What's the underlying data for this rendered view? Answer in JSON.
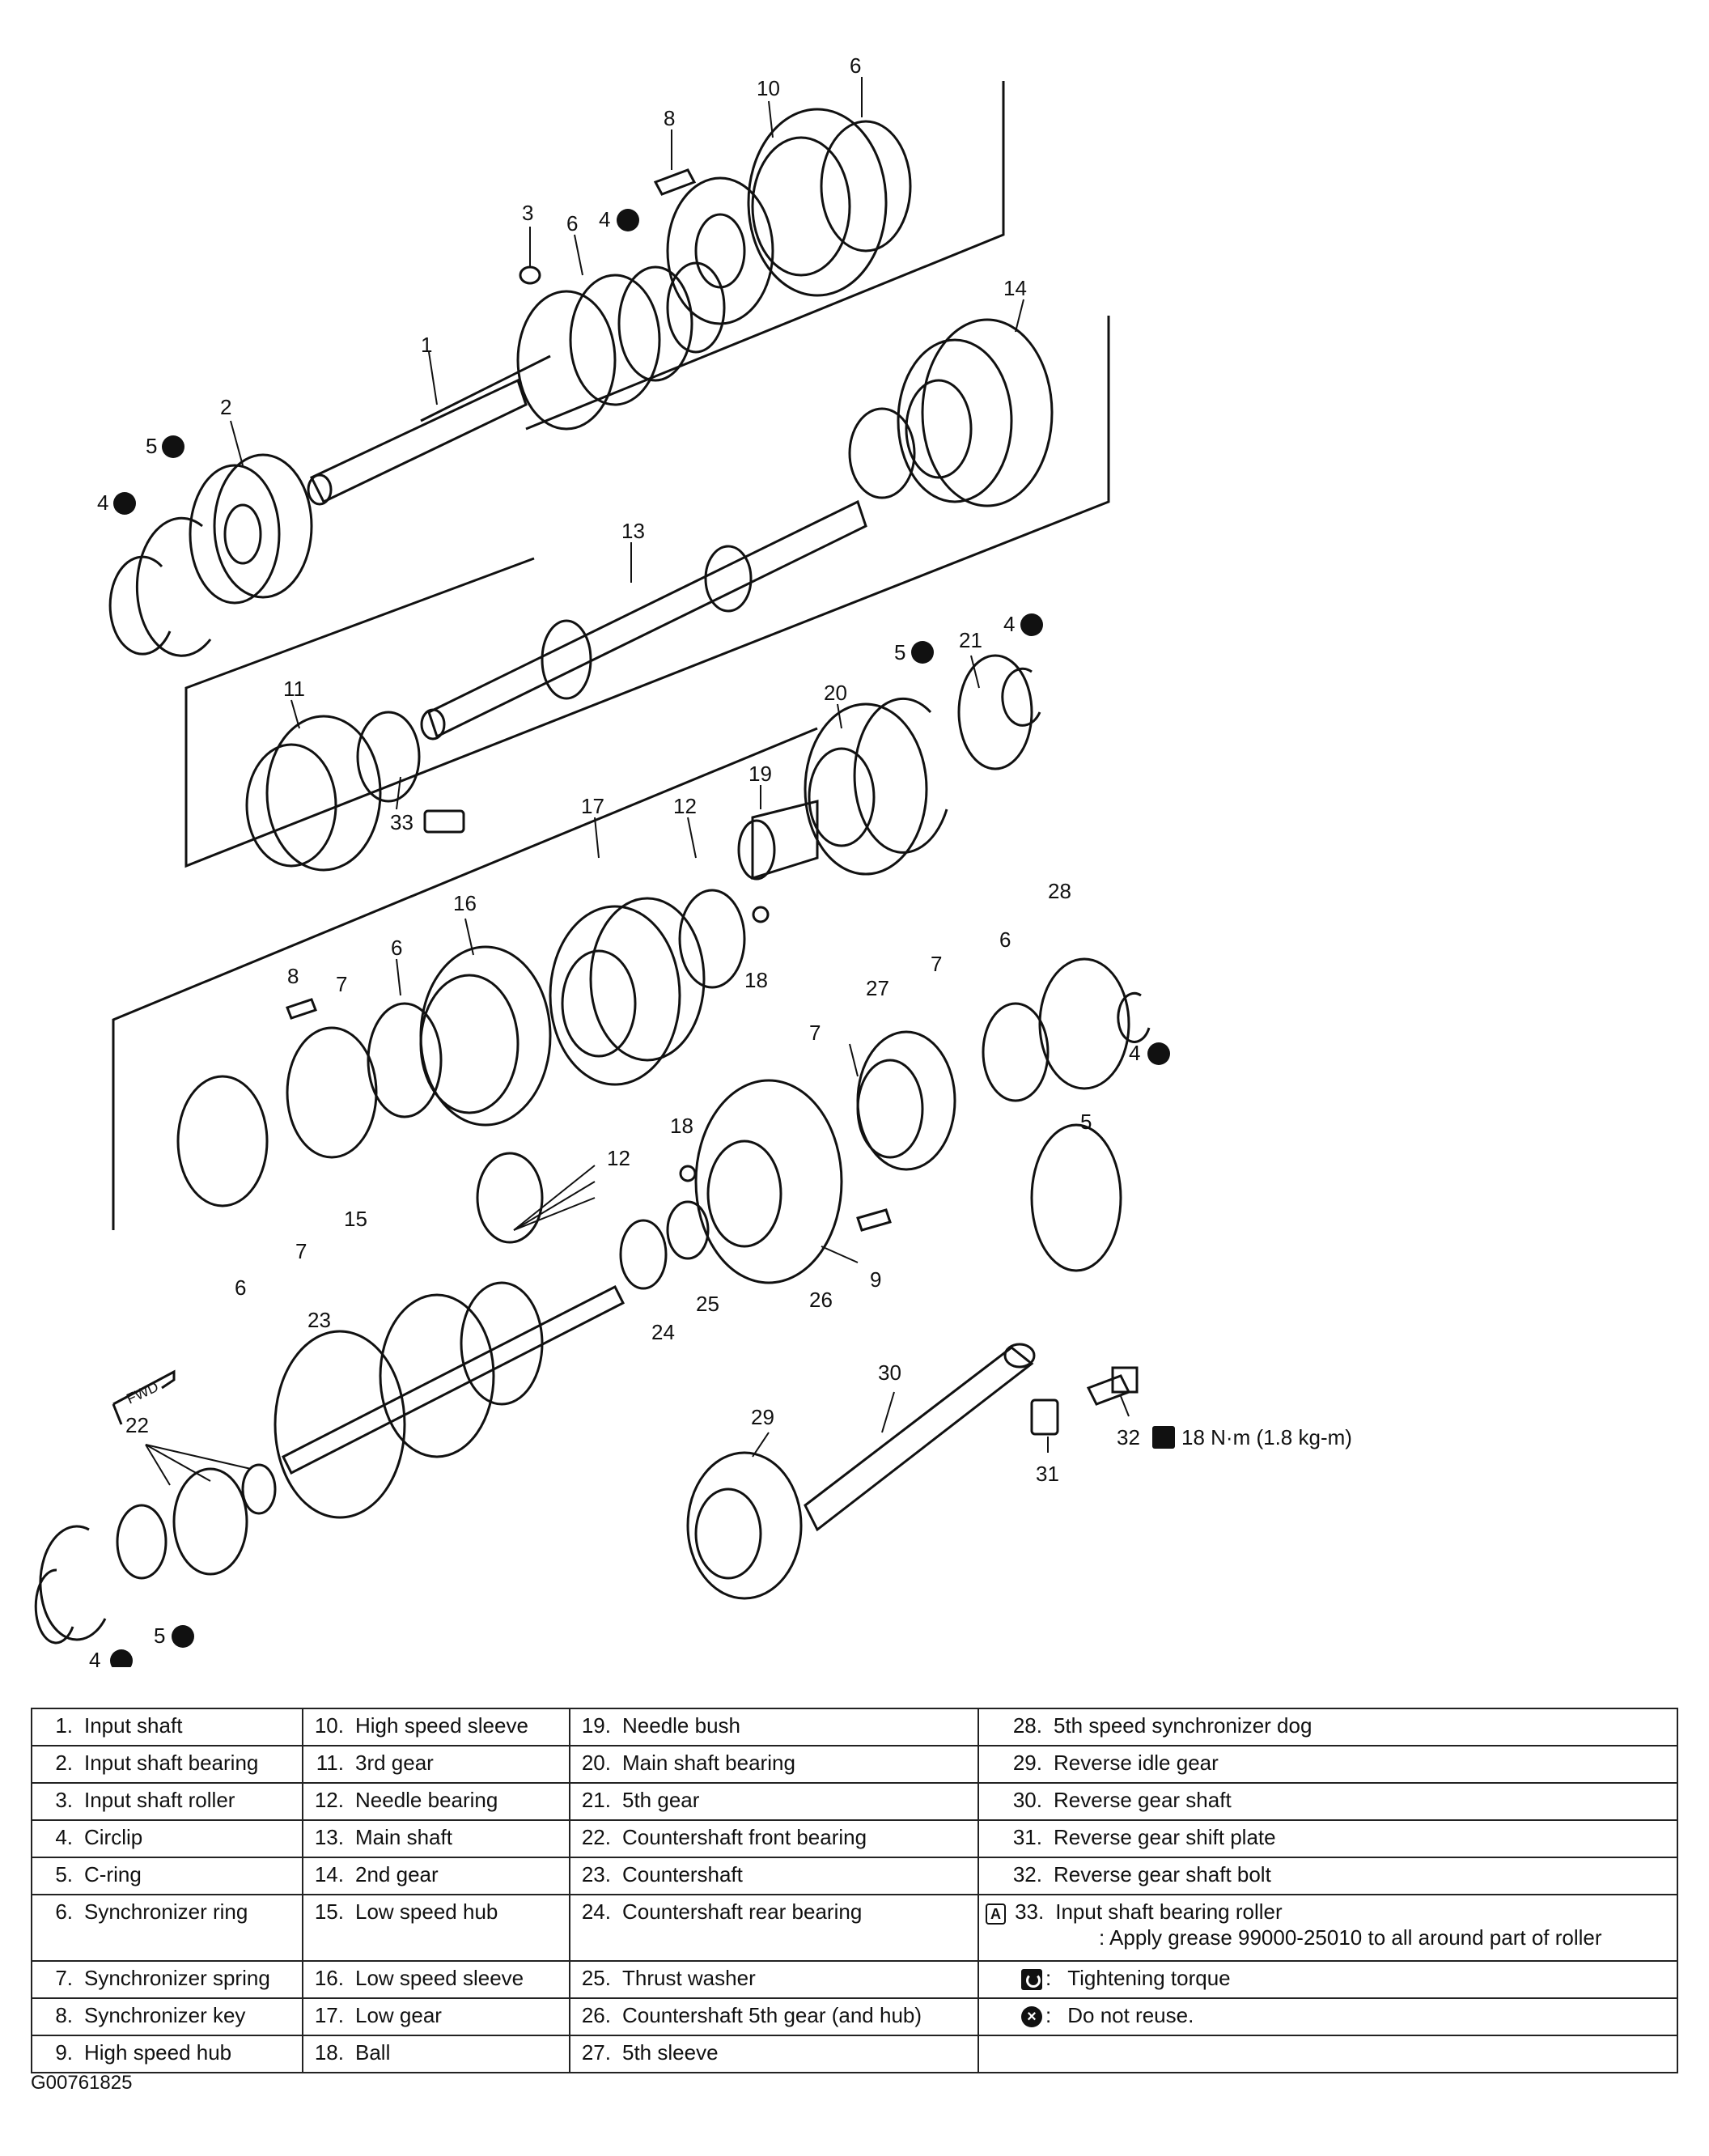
{
  "callouts": {
    "c1": "1",
    "c2": "2",
    "c3": "3",
    "c4a": "4",
    "c4b": "4",
    "c4c": "4",
    "c4d": "4",
    "c4e": "4",
    "c5a": "5",
    "c5b": "5",
    "c5c": "5",
    "c5d": "5",
    "c6a": "6",
    "c6b": "6",
    "c6c": "6",
    "c6d": "6",
    "c6e": "6",
    "c7a": "7",
    "c7b": "7",
    "c7c": "7",
    "c7d": "7",
    "c8a": "8",
    "c8b": "8",
    "c9": "9",
    "c10": "10",
    "c11": "11",
    "c12a": "12",
    "c12b": "12",
    "c13": "13",
    "c14": "14",
    "c15": "15",
    "c16": "16",
    "c17": "17",
    "c18a": "18",
    "c18b": "18",
    "c19": "19",
    "c20": "20",
    "c21": "21",
    "c22": "22",
    "c23": "23",
    "c24": "24",
    "c25": "25",
    "c26": "26",
    "c27": "27",
    "c28": "28",
    "c29": "29",
    "c30": "30",
    "c31": "31",
    "c32": "32",
    "c33": "33"
  },
  "torque_label": "18 N·m (1.8 kg-m)",
  "fwd_label": "FWD",
  "legend": {
    "rows": [
      [
        {
          "n": "1.",
          "t": "Input shaft"
        },
        {
          "n": "10.",
          "t": "High speed sleeve"
        },
        {
          "n": "19.",
          "t": "Needle bush"
        },
        {
          "n": "28.",
          "t": "5th speed synchronizer dog"
        }
      ],
      [
        {
          "n": "2.",
          "t": "Input shaft bearing"
        },
        {
          "n": "11.",
          "t": "3rd gear"
        },
        {
          "n": "20.",
          "t": "Main shaft bearing"
        },
        {
          "n": "29.",
          "t": "Reverse idle gear"
        }
      ],
      [
        {
          "n": "3.",
          "t": "Input shaft roller"
        },
        {
          "n": "12.",
          "t": "Needle bearing"
        },
        {
          "n": "21.",
          "t": "5th gear"
        },
        {
          "n": "30.",
          "t": "Reverse gear shaft"
        }
      ],
      [
        {
          "n": "4.",
          "t": "Circlip"
        },
        {
          "n": "13.",
          "t": "Main shaft"
        },
        {
          "n": "22.",
          "t": "Countershaft front bearing"
        },
        {
          "n": "31.",
          "t": "Reverse gear shift plate"
        }
      ],
      [
        {
          "n": "5.",
          "t": "C-ring"
        },
        {
          "n": "14.",
          "t": "2nd gear"
        },
        {
          "n": "23.",
          "t": "Countershaft"
        },
        {
          "n": "32.",
          "t": "Reverse gear shaft bolt"
        }
      ],
      [
        {
          "n": "6.",
          "t": "Synchronizer ring"
        },
        {
          "n": "15.",
          "t": "Low speed hub"
        },
        {
          "n": "24.",
          "t": "Countershaft rear bearing"
        },
        {
          "n": "33.",
          "t": "Input shaft bearing roller",
          "note": ": Apply grease 99000-25010 to all around part of roller"
        }
      ],
      [
        {
          "n": "7.",
          "t": "Synchronizer spring"
        },
        {
          "n": "16.",
          "t": "Low speed sleeve"
        },
        {
          "n": "25.",
          "t": "Thrust washer"
        },
        {
          "n": ":",
          "t": "Tightening torque"
        }
      ],
      [
        {
          "n": "8.",
          "t": "Synchronizer key"
        },
        {
          "n": "17.",
          "t": "Low gear"
        },
        {
          "n": "26.",
          "t": "Countershaft 5th gear (and hub)"
        },
        {
          "n": ":",
          "t": "Do not reuse."
        }
      ],
      [
        {
          "n": "9.",
          "t": "High speed hub"
        },
        {
          "n": "18.",
          "t": "Ball"
        },
        {
          "n": "27.",
          "t": "5th sleeve"
        },
        {
          "n": "",
          "t": ""
        }
      ]
    ]
  },
  "figure_id": "G00761825",
  "grease_symbol": "A",
  "fwd_symbol": "FWD"
}
